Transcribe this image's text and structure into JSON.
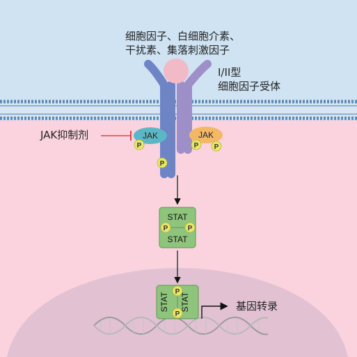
{
  "labels": {
    "ligands_line1": "细胞因子、白细胞介素、",
    "ligands_line2": "干扰素、集落刺激因子",
    "receptor_line1": "I/II型",
    "receptor_line2": "细胞因子受体",
    "inhibitor": "JAK抑制剂",
    "transcription": "基因转录"
  },
  "proteins": {
    "jak_left": "JAK",
    "jak_right": "JAK",
    "stat_top": "STAT",
    "stat_bottom": "STAT",
    "stat_left_vertical": "STAT",
    "stat_right_vertical": "STAT",
    "phospho": "P"
  },
  "colors": {
    "extracellular": "#cfe3f3",
    "cytoplasm": "#fbd3df",
    "nucleus": "#e2c2d2",
    "membrane": "#5b8ab8",
    "receptor_blue": "#6e84c4",
    "receptor_purple": "#9e8fc8",
    "ligand": "#f2b9c6",
    "jak_left": "#5bb7c5",
    "jak_right": "#f4b865",
    "stat": "#8fc47c",
    "phospho": "#e9e86a",
    "inhibitor": "#d9473f"
  }
}
